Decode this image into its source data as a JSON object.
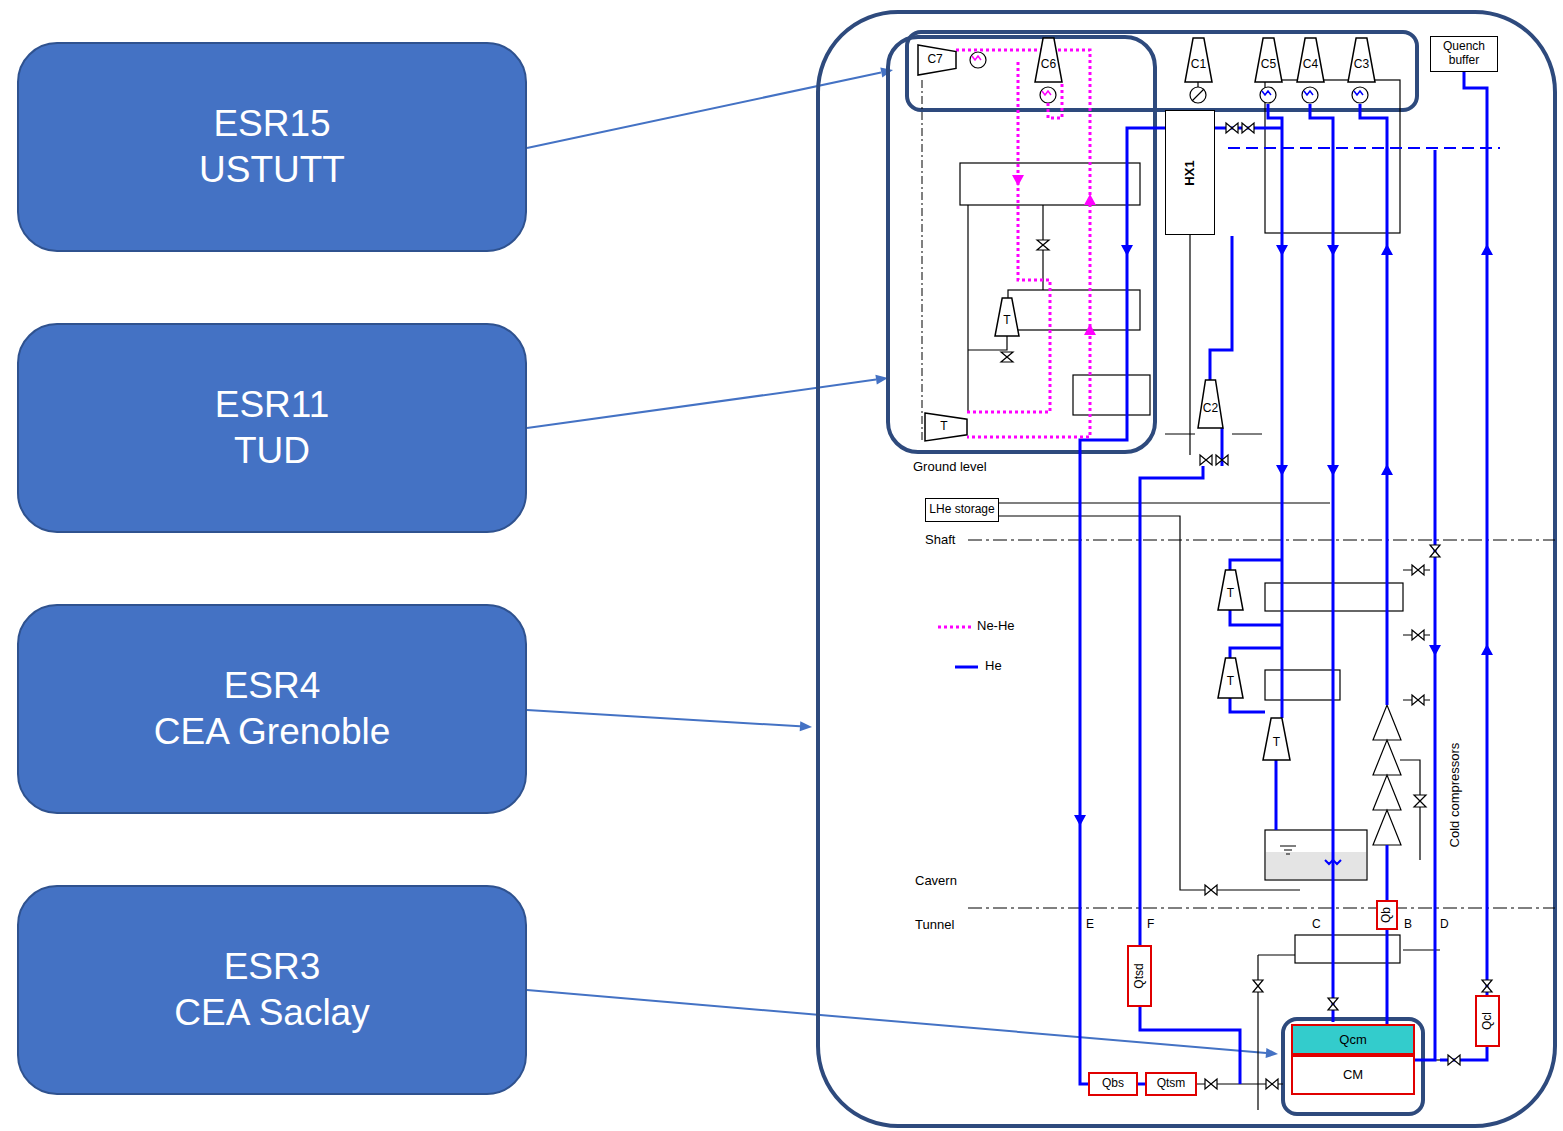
{
  "diagram": {
    "nodes": [
      {
        "text": [
          "ESR15",
          "USTUTT"
        ]
      },
      {
        "text": [
          "ESR11",
          "TUD"
        ]
      },
      {
        "text": [
          "ESR4",
          "CEA Grenoble"
        ]
      },
      {
        "text": [
          "ESR3",
          "CEA Saclay"
        ]
      },
      {
        "text": [
          "C7"
        ]
      },
      {
        "text": [
          "C6"
        ]
      },
      {
        "text": [
          "C1"
        ]
      },
      {
        "text": [
          "C5"
        ]
      },
      {
        "text": [
          "C4"
        ]
      },
      {
        "text": [
          "C3"
        ]
      },
      {
        "text": [
          "Quench buffer"
        ]
      },
      {
        "text": [
          "HX1"
        ]
      },
      {
        "text": [
          "T"
        ]
      },
      {
        "text": [
          "C2"
        ]
      },
      {
        "text": [
          "T"
        ]
      },
      {
        "text": [
          "LHe storage"
        ]
      },
      {
        "text": [
          "T"
        ]
      },
      {
        "text": [
          "T"
        ]
      },
      {
        "text": [
          "T"
        ]
      },
      {
        "text": [
          "Qb"
        ]
      },
      {
        "text": [
          "Qtsd"
        ]
      },
      {
        "text": [
          "Qcl"
        ]
      },
      {
        "text": [
          "Qcm"
        ]
      },
      {
        "text": [
          "CM"
        ]
      },
      {
        "text": [
          "Qbs"
        ]
      },
      {
        "text": [
          "Qtsm"
        ]
      }
    ],
    "edges": [
      {
        "from": 24,
        "to": 25,
        "arrow": "none"
      }
    ],
    "labels": [
      "Ground level",
      "Shaft",
      "Cavern",
      "Tunnel",
      "E",
      "F",
      "C",
      "B",
      "D",
      "Cold compressors"
    ],
    "legend": [
      {
        "text": "Ne-He"
      },
      {
        "text": "He"
      }
    ]
  }
}
